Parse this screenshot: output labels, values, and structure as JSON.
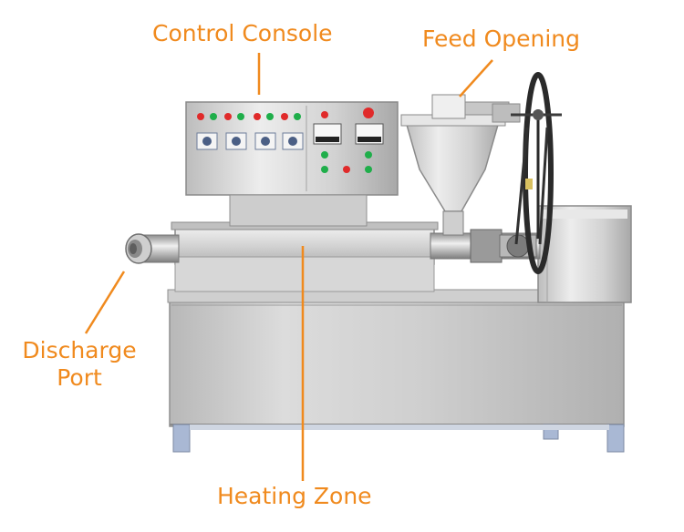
{
  "labels": {
    "control_console": "Control Console",
    "feed_opening": "Feed Opening",
    "discharge_port_line1": "Discharge",
    "discharge_port_line2": "Port",
    "heating_zone": "Heating Zone"
  },
  "colors": {
    "label": "#f08a1e",
    "leader_line": "#f08a1e",
    "steel_light": "#e4e4e4",
    "steel_mid": "#c9c9c9",
    "steel_dark": "#9a9a9a",
    "leg_blue": "#a9b8d4",
    "indicator_red": "#e02a2a",
    "indicator_green": "#1fae4a",
    "wheel": "#2a2a2a"
  },
  "icons": [
    "oil-press-machine-illustration",
    "indicator-light-icon",
    "rotary-knob-icon",
    "analog-meter-icon",
    "pulley-wheel-icon"
  ]
}
